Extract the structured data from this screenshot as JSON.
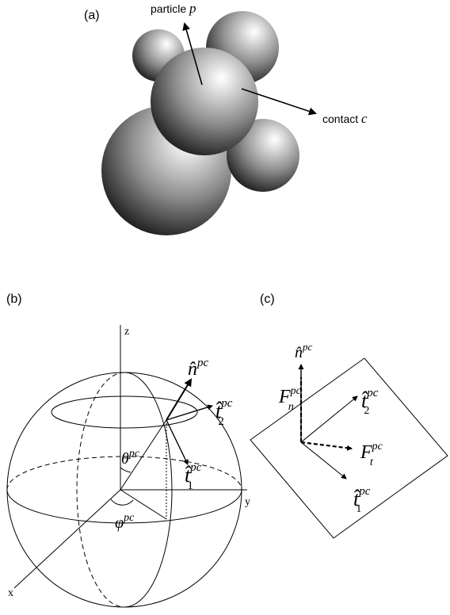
{
  "panel_a": {
    "label": "(a)",
    "particle_text": "particle ",
    "particle_symbol": "p",
    "contact_text": "contact ",
    "contact_symbol": "c"
  },
  "panel_b": {
    "label": "(b)",
    "axis_z": "z",
    "axis_y": "y",
    "axis_x": "x",
    "normal_base": "n̂",
    "normal_sup": "pc",
    "t2_base": "t̂",
    "t2_sup": "pc",
    "t2_sub": "2",
    "t1_base": "t̂",
    "t1_sup": "pc",
    "t1_sub": "1",
    "theta_base": "θ",
    "theta_sup": "pc",
    "phi_base": "φ",
    "phi_sup": "pc"
  },
  "panel_c": {
    "label": "(c)",
    "normal_base": "n̂",
    "normal_sup": "pc",
    "fn_base": "F",
    "fn_sup": "pc",
    "fn_sub": "n",
    "t2_base": "t̂",
    "t2_sup": "pc",
    "t2_sub": "2",
    "ft_base": "F",
    "ft_sup": "pc",
    "ft_sub": "t",
    "t1_base": "t̂",
    "t1_sup": "pc",
    "t1_sub": "1"
  },
  "colors": {
    "ink": "#000000",
    "sphere_highlight": "#ffffff",
    "sphere_mid": "#9a9a9a",
    "sphere_shadow": "#1a1a1a"
  }
}
